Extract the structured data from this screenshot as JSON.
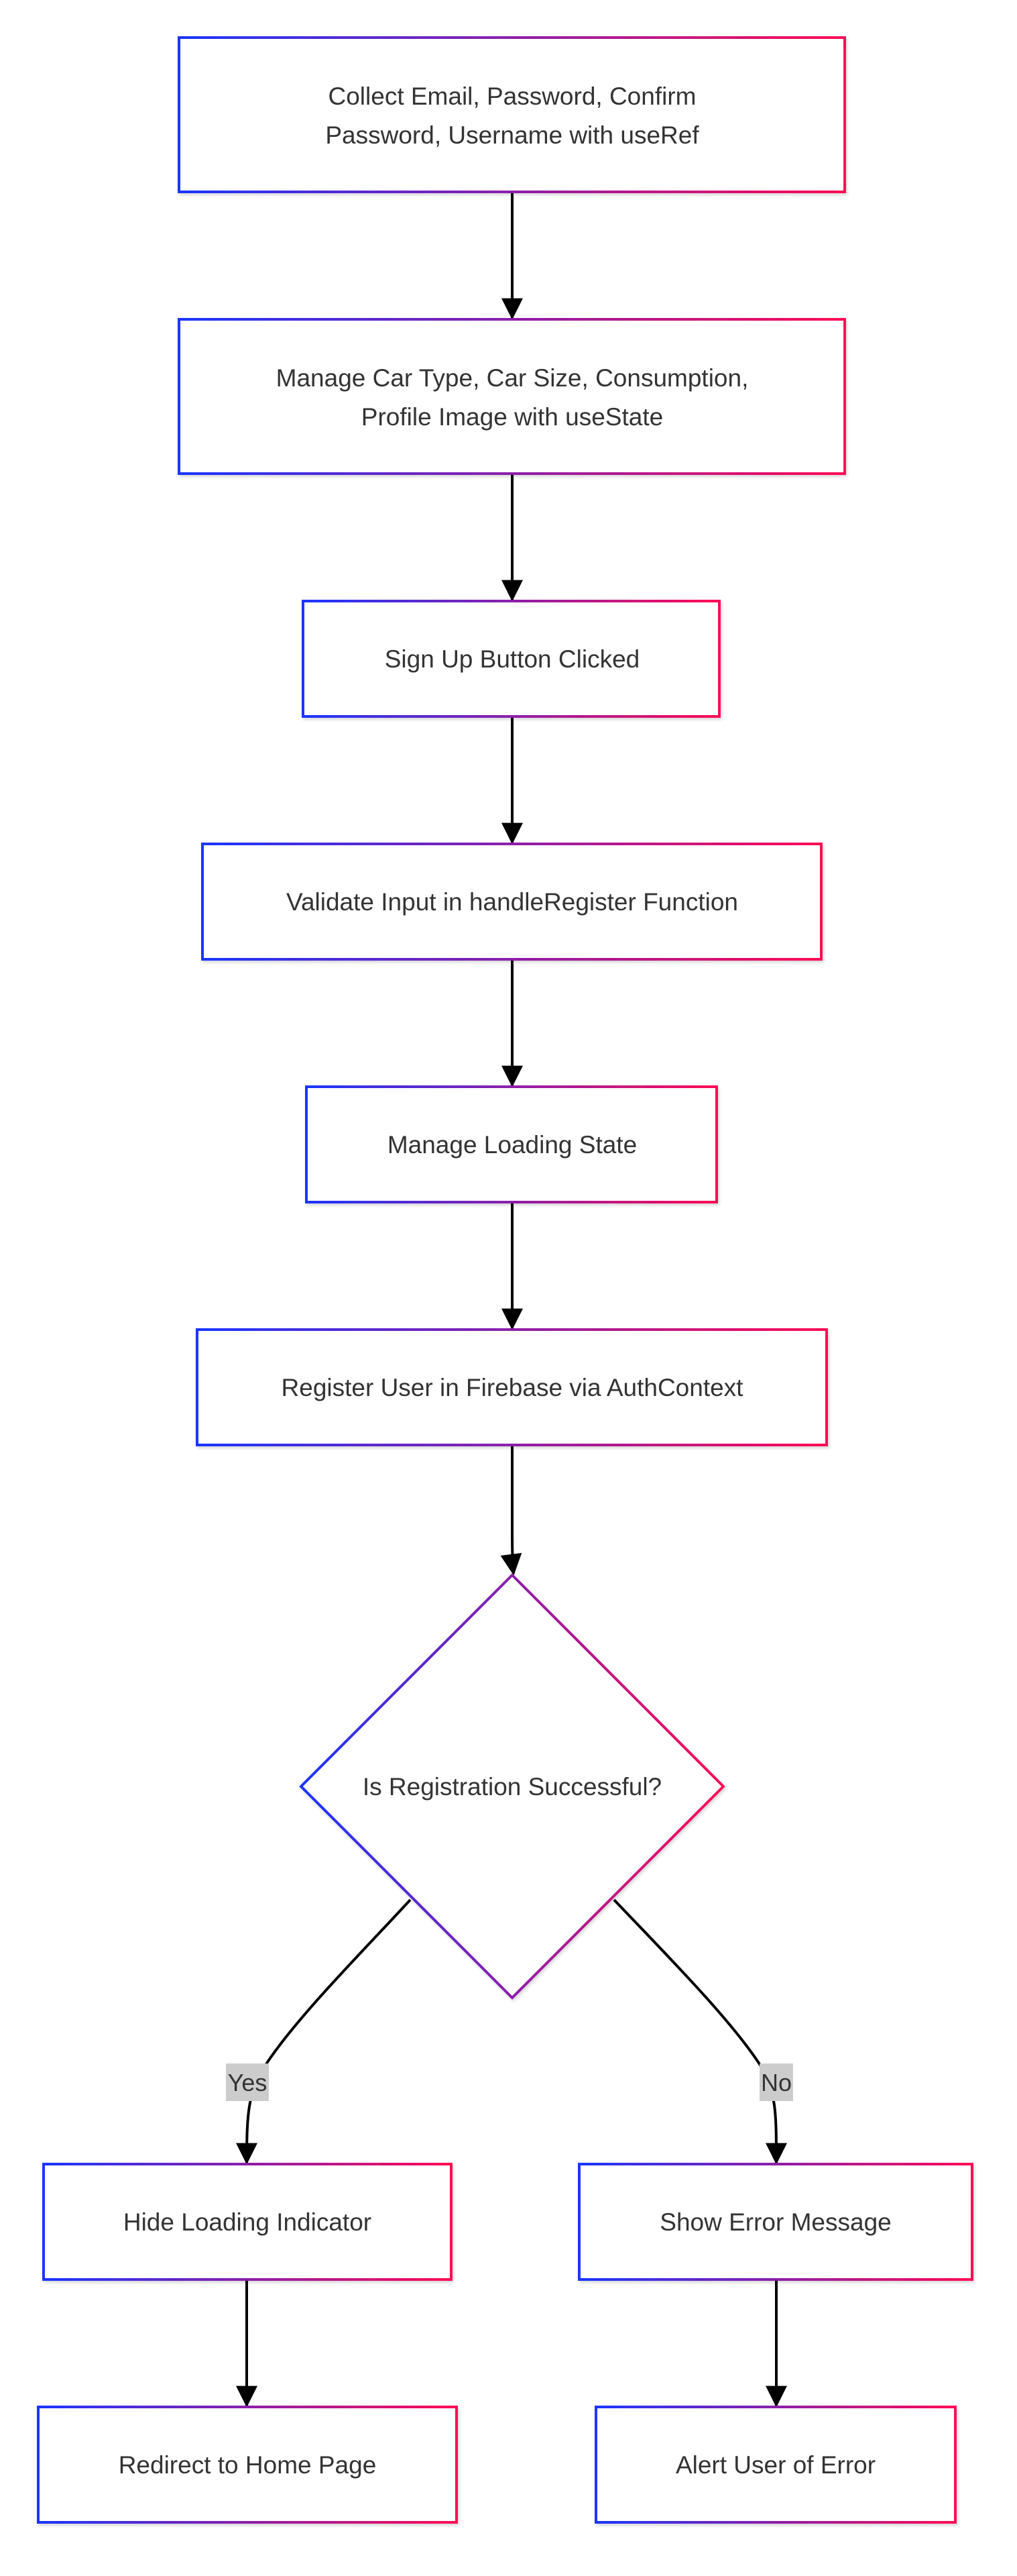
{
  "diagram": {
    "nodes": [
      {
        "id": "n1",
        "lines": [
          "Collect Email, Password, Confirm",
          "Password, Username with useRef"
        ]
      },
      {
        "id": "n2",
        "lines": [
          "Manage Car Type, Car Size, Consumption,",
          "Profile Image with useState"
        ]
      },
      {
        "id": "n3",
        "lines": [
          "Sign Up Button Clicked"
        ]
      },
      {
        "id": "n4",
        "lines": [
          "Validate Input in handleRegister Function"
        ]
      },
      {
        "id": "n5",
        "lines": [
          "Manage Loading State"
        ]
      },
      {
        "id": "n6",
        "lines": [
          "Register User in Firebase via AuthContext"
        ]
      },
      {
        "id": "n7",
        "lines": [
          "Is Registration Successful?"
        ]
      },
      {
        "id": "n8",
        "lines": [
          "Hide Loading Indicator"
        ]
      },
      {
        "id": "n9",
        "lines": [
          "Show Error Message"
        ]
      },
      {
        "id": "n10",
        "lines": [
          "Redirect to Home Page"
        ]
      },
      {
        "id": "n11",
        "lines": [
          "Alert User of Error"
        ]
      }
    ],
    "edge_labels": {
      "yes": "Yes",
      "no": "No"
    },
    "colors": {
      "gradient_start": "#1a35ff",
      "gradient_end": "#ff0a55",
      "edge": "#000000",
      "label_bg": "#cccccc",
      "text": "#333333"
    }
  }
}
